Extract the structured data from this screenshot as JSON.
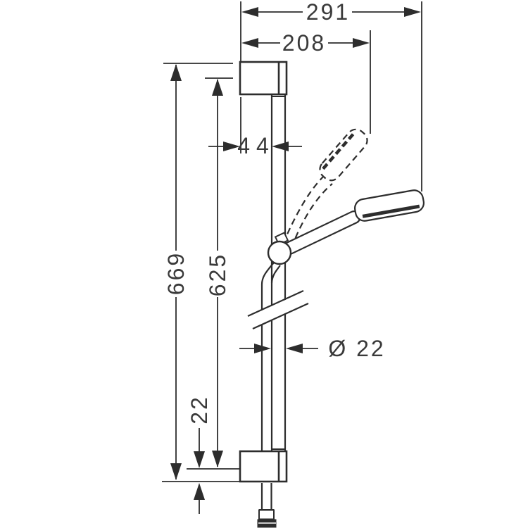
{
  "labels": {
    "width_total": "291",
    "width_bar": "208",
    "bracket_offset": "44",
    "height_total": "669",
    "height_bar": "625",
    "bottom_spacing": "22",
    "bar_diameter": "Ø 22"
  }
}
